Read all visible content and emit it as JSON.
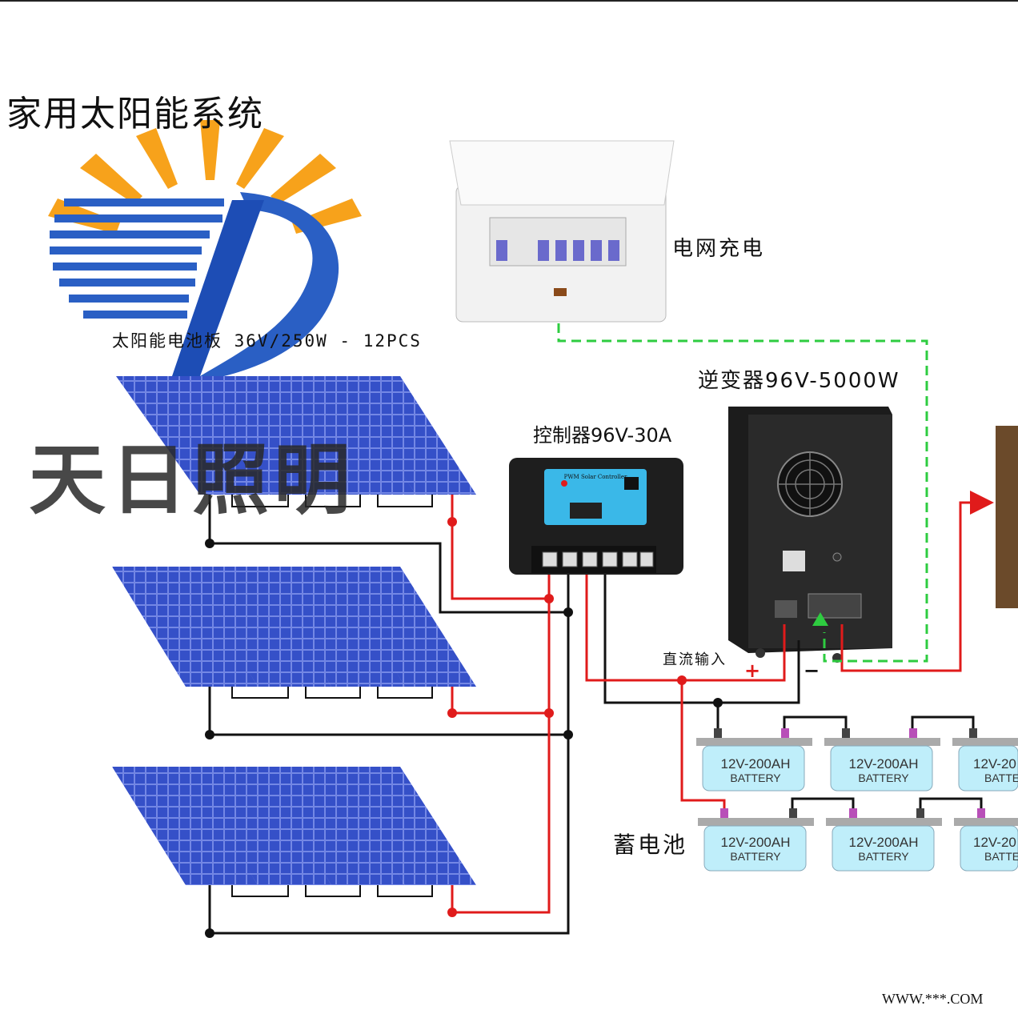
{
  "title": "家用太阳能系统",
  "brand_text": "天日照明",
  "watermark": "WWW.***.COM",
  "labels": {
    "solar_panel": "太阳能电池板 36V/250W - 12PCS",
    "grid_charge": "电网充电",
    "inverter": "逆变器96V-5000W",
    "controller": "控制器96V-30A",
    "dc_input": "直流输入",
    "battery_bank": "蓄电池"
  },
  "batteries": [
    {
      "rating": "12V-200AH",
      "type": "BATTERY"
    },
    {
      "rating": "12V-200AH",
      "type": "BATTERY"
    },
    {
      "rating": "12V-20",
      "type": "BATTE"
    },
    {
      "rating": "12V-200AH",
      "type": "BATTERY"
    },
    {
      "rating": "12V-200AH",
      "type": "BATTERY"
    },
    {
      "rating": "12V-20",
      "type": "BATTE"
    }
  ],
  "controller_face": "PWM Solar Controller",
  "polarity": {
    "plus": "+",
    "minus": "−"
  },
  "colors": {
    "wire_positive": "#e01b1b",
    "wire_negative": "#111111",
    "grid_wire": "#2ecc40",
    "panel": "#2a3fa8",
    "battery": "#bfeefa"
  }
}
